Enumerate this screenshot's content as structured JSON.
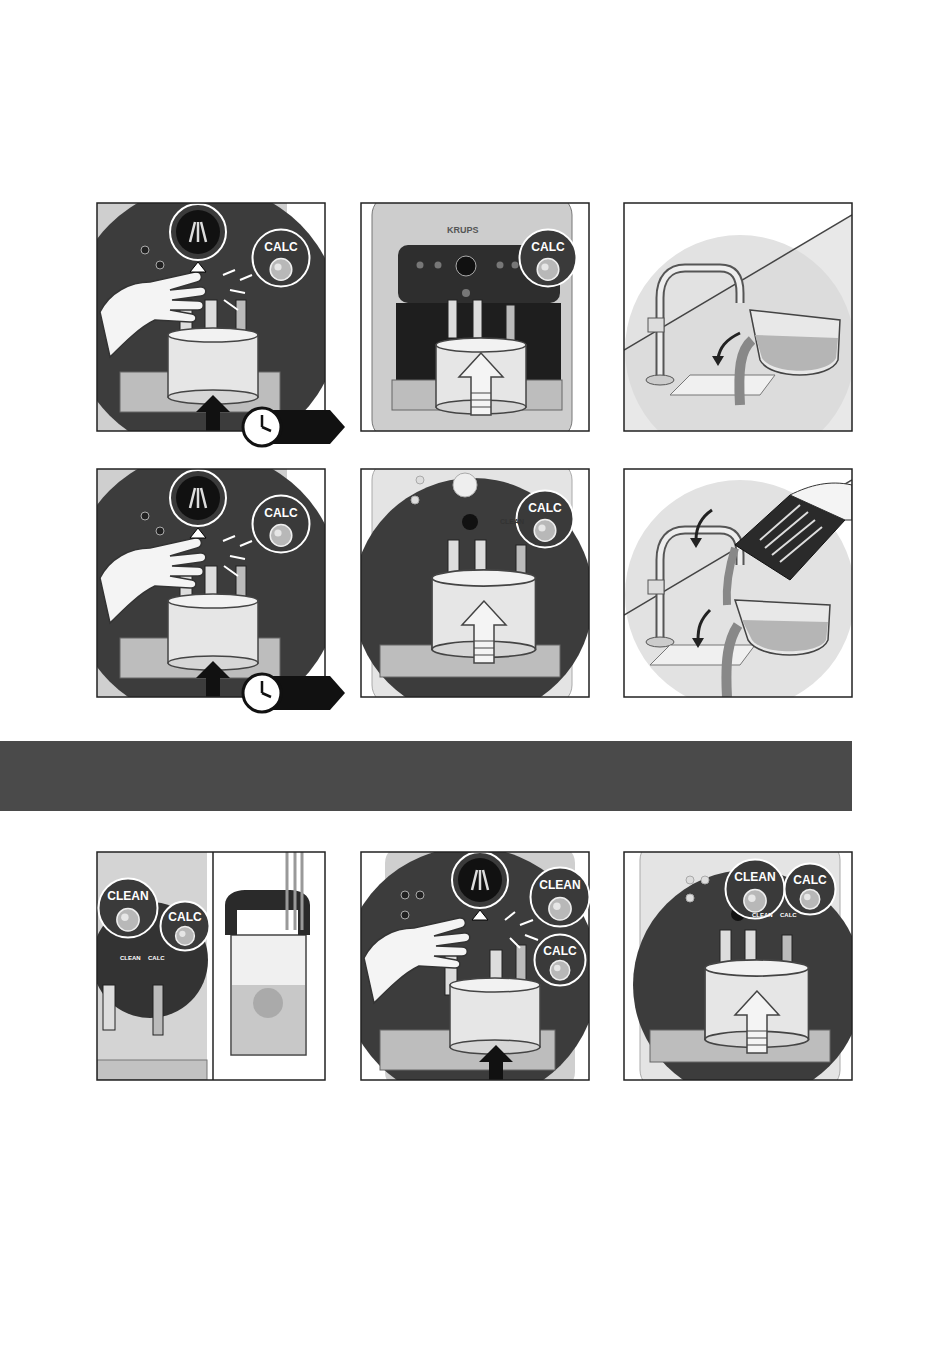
{
  "diagram": {
    "nodes": [
      {
        "text": [
          "CALC"
        ]
      },
      {
        "text": [
          "CALC"
        ]
      },
      {
        "text": [
          "CALC"
        ]
      },
      {
        "text": [
          "CALC"
        ]
      },
      {
        "text": [
          "CLEAN"
        ]
      },
      {
        "text": [
          "CALC"
        ]
      },
      {
        "text": [
          "CLEAN"
        ]
      },
      {
        "text": [
          "CALC"
        ]
      },
      {
        "text": [
          "CLEAN"
        ]
      },
      {
        "text": [
          "CALC"
        ]
      }
    ],
    "labels": [
      "KRUPS",
      "CLEAN",
      "CLEAN",
      "CALC",
      "CLEAN",
      "CALC"
    ]
  }
}
